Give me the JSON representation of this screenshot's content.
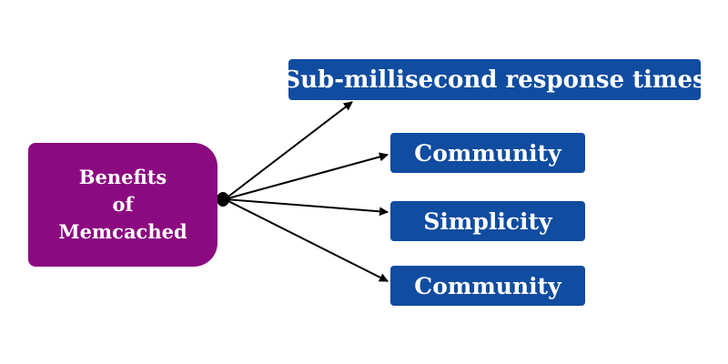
{
  "diagram": {
    "source": {
      "label": "Benefits\nof\nMemcached",
      "color": "#8b0a80"
    },
    "targets": [
      {
        "label": "Sub-millisecond response times"
      },
      {
        "label": "Community"
      },
      {
        "label": "Simplicity"
      },
      {
        "label": "Community"
      }
    ],
    "target_color": "#104ca0",
    "connector_color": "#000000"
  }
}
